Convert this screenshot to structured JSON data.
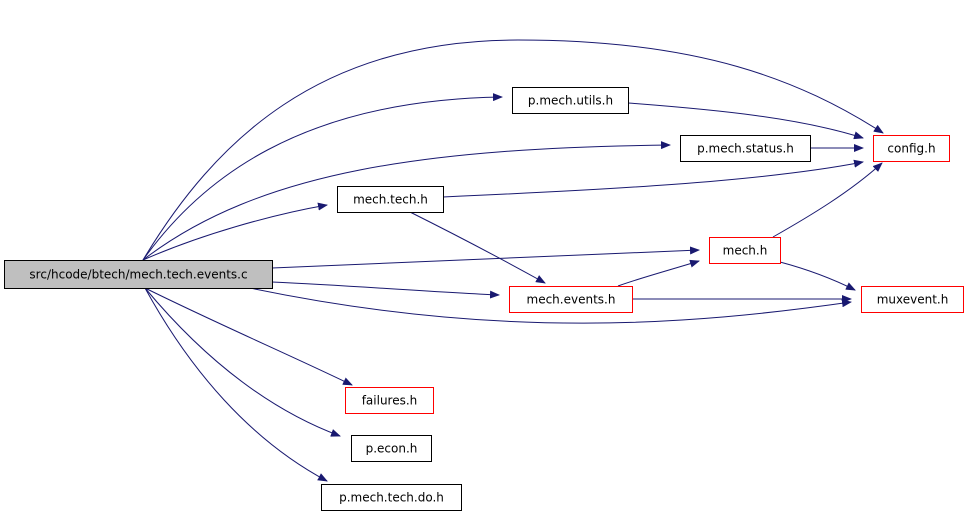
{
  "graph": {
    "nodes": [
      {
        "id": "root",
        "label": "src/hcode/btech/mech.tech.events.c",
        "style": "root"
      },
      {
        "id": "utils",
        "label": "p.mech.utils.h",
        "style": "normal"
      },
      {
        "id": "status",
        "label": "p.mech.status.h",
        "style": "normal"
      },
      {
        "id": "config",
        "label": "config.h",
        "style": "truncated"
      },
      {
        "id": "techh",
        "label": "mech.tech.h",
        "style": "normal"
      },
      {
        "id": "mechh",
        "label": "mech.h",
        "style": "truncated"
      },
      {
        "id": "events",
        "label": "mech.events.h",
        "style": "truncated"
      },
      {
        "id": "muxevent",
        "label": "muxevent.h",
        "style": "truncated"
      },
      {
        "id": "failures",
        "label": "failures.h",
        "style": "truncated"
      },
      {
        "id": "econ",
        "label": "p.econ.h",
        "style": "normal"
      },
      {
        "id": "techdo",
        "label": "p.mech.tech.do.h",
        "style": "normal"
      }
    ],
    "edges": [
      {
        "from": "root",
        "to": "utils"
      },
      {
        "from": "root",
        "to": "status"
      },
      {
        "from": "root",
        "to": "config"
      },
      {
        "from": "root",
        "to": "techh"
      },
      {
        "from": "root",
        "to": "mechh"
      },
      {
        "from": "root",
        "to": "events"
      },
      {
        "from": "root",
        "to": "muxevent"
      },
      {
        "from": "root",
        "to": "failures"
      },
      {
        "from": "root",
        "to": "econ"
      },
      {
        "from": "root",
        "to": "techdo"
      },
      {
        "from": "utils",
        "to": "config"
      },
      {
        "from": "status",
        "to": "config"
      },
      {
        "from": "techh",
        "to": "config"
      },
      {
        "from": "techh",
        "to": "events"
      },
      {
        "from": "events",
        "to": "mechh"
      },
      {
        "from": "events",
        "to": "muxevent"
      },
      {
        "from": "mechh",
        "to": "config"
      },
      {
        "from": "mechh",
        "to": "muxevent"
      }
    ]
  },
  "colors": {
    "edge": "#191970",
    "root_fill": "#bfbfbf",
    "root_border": "#000000",
    "normal_border": "#000000",
    "truncated_border": "#ff0000",
    "node_fill": "#ffffff"
  }
}
